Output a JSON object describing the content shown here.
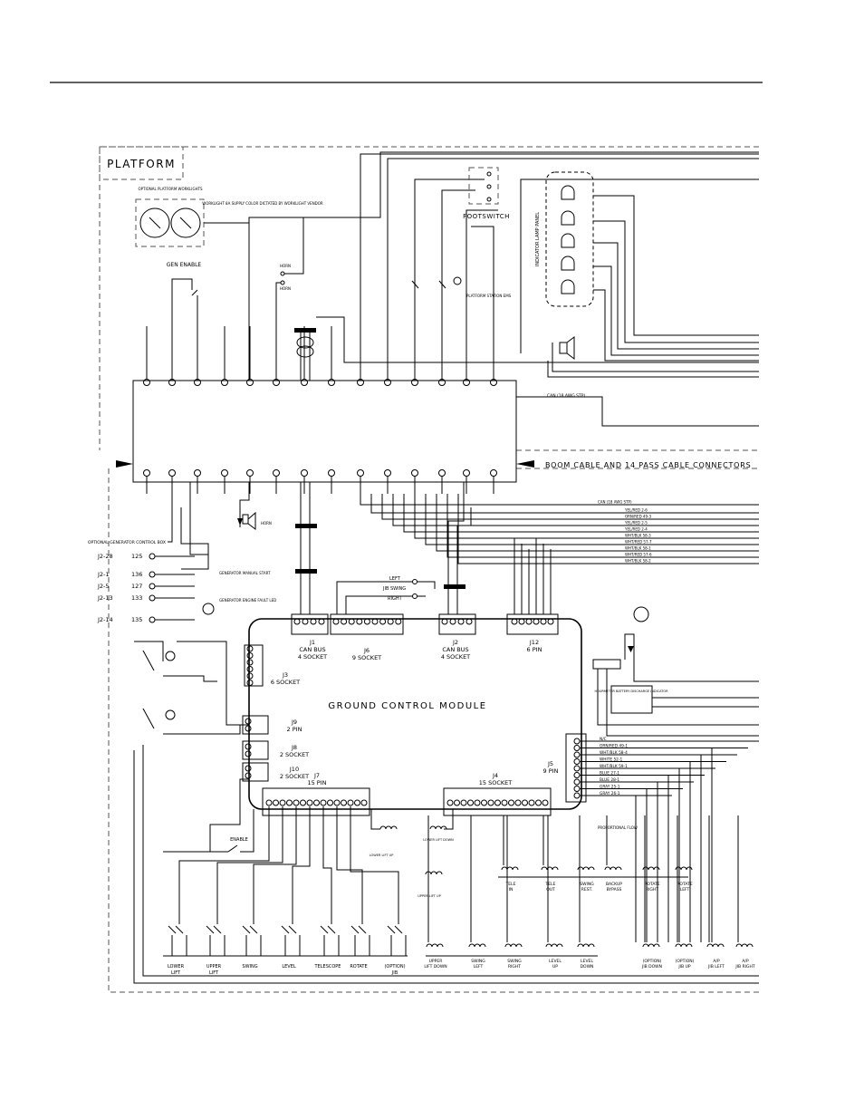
{
  "platform_label": "PLATFORM",
  "worklights_label": "OPTIONAL PLATFORM WORKLIGHTS",
  "worklight_supply_note": "WORKLIGHT 8A SUPPLY COLOR DICTATED BY WORKLIGHT VENDOR",
  "gen_enable_label": "GEN ENABLE",
  "horn_label": "HORN",
  "footswitch_label": "FOOTSWITCH",
  "indicator_lamp_panel_label": "INDICATOR LAMP PANEL",
  "platform_station_label": "PLATFORM STATION EMS",
  "boom_cable_label": "BOOM CABLE AND 14 PASS CABLE CONNECTORS",
  "can_cable_label": "CAN (18 AWG STP)",
  "ground_control_module_label": "GROUND CONTROL MODULE",
  "optional_generator_box_label": "OPTIONAL GENERATOR CONTROL BOX",
  "generator_manual_start_label": "GENERATOR MANUAL START",
  "generator_engine_fault_label": "GENERATOR ENGINE FAULT LED",
  "hourmeter_label": "HOURMETER BATTERY DISCHARGE INDICATOR",
  "ground_enable_label": "ENABLE",
  "jib_swing_label": "JIB SWING",
  "left_label": "LEFT",
  "right_label": "RIGHT",
  "proportional_flow_label": "PROPORTIONAL FLOW",
  "generator_side_refs": [
    {
      "pin": "J2-28",
      "num": "125"
    },
    {
      "pin": "J2-1",
      "num": "136"
    },
    {
      "pin": "J2-5",
      "num": "127"
    },
    {
      "pin": "J2-13",
      "num": "133"
    },
    {
      "pin": "J2-14",
      "num": "135"
    }
  ],
  "connectors": [
    {
      "id": "J1",
      "l1": "J1",
      "l2": "CAN BUS",
      "l3": "4 SOCKET"
    },
    {
      "id": "J6",
      "l1": "J6",
      "l2": "9 SOCKET",
      "l3": ""
    },
    {
      "id": "J2",
      "l1": "J2",
      "l2": "CAN BUS",
      "l3": "4 SOCKET"
    },
    {
      "id": "J12",
      "l1": "J12",
      "l2": "6 PIN",
      "l3": ""
    },
    {
      "id": "J3",
      "l1": "J3",
      "l2": "6 SOCKET",
      "l3": ""
    },
    {
      "id": "J9",
      "l1": "J9",
      "l2": "2 PIN",
      "l3": ""
    },
    {
      "id": "J8",
      "l1": "J8",
      "l2": "2 SOCKET",
      "l3": ""
    },
    {
      "id": "J10",
      "l1": "J10",
      "l2": "2 SOCKET",
      "l3": ""
    },
    {
      "id": "J7",
      "l1": "J7",
      "l2": "15 PIN",
      "l3": ""
    },
    {
      "id": "J4",
      "l1": "J4",
      "l2": "15 SOCKET",
      "l3": ""
    },
    {
      "id": "J5",
      "l1": "J5",
      "l2": "9 PIN",
      "l3": ""
    }
  ],
  "wire_labels_right": [
    "CAN (18 AWG STP)",
    "YEL/RED 2-6",
    "ORN/RED 49-3",
    "YEL/RED 2-5",
    "YEL/RED 2-4",
    "WHT/BLK 58-3",
    "WHT/RED 57-7",
    "WHT/BLK 58-1",
    "WHT/RED 57-6",
    "WHT/BLK 58-2"
  ],
  "j5_wire_labels": [
    "N/C",
    "ORN/RED 49-1",
    "WHT/BLK 58-4",
    "WHITE 52-1",
    "WHT/BLK 59-1",
    "BLUE 27-1",
    "BLUE 28-1",
    "GRAY 25-1",
    "GRAY 26-1"
  ],
  "bottom_controls": [
    {
      "l1": "LOWER",
      "l2": "LIFT"
    },
    {
      "l1": "UPPER",
      "l2": "LIFT"
    },
    {
      "l1": "SWING",
      "l2": ""
    },
    {
      "l1": "LEVEL",
      "l2": ""
    },
    {
      "l1": "TELESCOPE",
      "l2": ""
    },
    {
      "l1": "ROTATE",
      "l2": ""
    },
    {
      "l1": "(OPTION)",
      "l2": "JIB"
    }
  ],
  "bottom_valves": [
    {
      "l1": "UPPER",
      "l2": "LIFT DOWN"
    },
    {
      "l1": "SWING",
      "l2": "LEFT"
    },
    {
      "l1": "SWING",
      "l2": "RIGHT"
    },
    {
      "l1": "LEVEL",
      "l2": "UP"
    },
    {
      "l1": "LEVEL",
      "l2": "DOWN"
    },
    {
      "l1": "(OPTION)",
      "l2": "JIB DOWN"
    },
    {
      "l1": "(OPTION)",
      "l2": "JIB UP"
    },
    {
      "l1": "A/P",
      "l2": "JIB LEFT"
    },
    {
      "l1": "A/P",
      "l2": "JIB RIGHT"
    }
  ],
  "mid_valves": [
    {
      "l1": "TELE",
      "l2": "IN"
    },
    {
      "l1": "TELE",
      "l2": "OUT"
    },
    {
      "l1": "SWING",
      "l2": "REST."
    },
    {
      "l1": "BACKUP",
      "l2": "BYPASS"
    },
    {
      "l1": "ROTATE",
      "l2": "RIGHT"
    },
    {
      "l1": "ROTATE",
      "l2": "LEFT"
    }
  ],
  "lower_lift_labels": {
    "down": "LOWER LIFT DOWN",
    "up": "LOWER LIFT UP",
    "upper_up": "UPPER LIFT UP"
  },
  "colors": {
    "line": "#000000",
    "dashed": "#555555",
    "background": "#ffffff"
  }
}
